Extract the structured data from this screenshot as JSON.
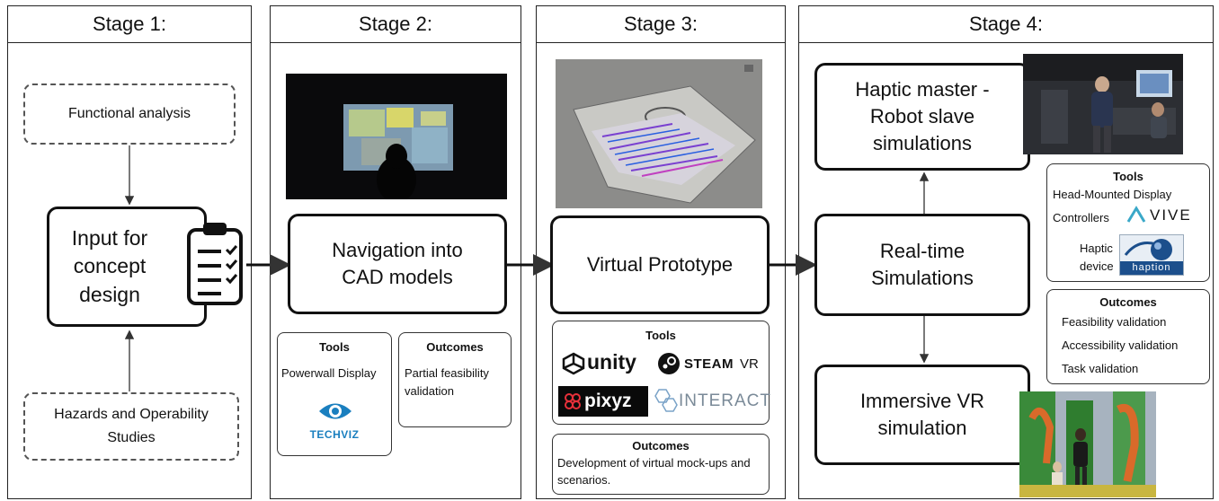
{
  "stages": [
    {
      "title": "Stage 1:"
    },
    {
      "title": "Stage 2:"
    },
    {
      "title": "Stage 3:"
    },
    {
      "title": "Stage 4:"
    }
  ],
  "stage1": {
    "functional_analysis": "Functional analysis",
    "input_box": "Input for concept design",
    "hazards": "Hazards and Operability Studies"
  },
  "stage2": {
    "main_box": "Navigation into CAD models",
    "tools_title": "Tools",
    "tools_item": "Powerwall Display",
    "logo_text": "TECHVIZ",
    "outcomes_title": "Outcomes",
    "outcomes_item": "Partial feasibility validation"
  },
  "stage3": {
    "main_box": "Virtual Prototype",
    "tools_title": "Tools",
    "logos": [
      "unity",
      "STEAM",
      "VR",
      "pixyz",
      "INTERACT"
    ],
    "outcomes_title": "Outcomes",
    "outcomes_item": "Development of virtual mock-ups and scenarios."
  },
  "stage4": {
    "haptic_box": "Haptic master - Robot slave simulations",
    "realtime_box": "Real-time Simulations",
    "immersive_box": "Immersive VR simulation",
    "tools_title": "Tools",
    "tools_items": [
      "Head-Mounted Display",
      "Controllers",
      "Haptic device"
    ],
    "vive_logo": "VIVE",
    "haption_logo": "haption",
    "outcomes_title": "Outcomes",
    "outcomes_items": [
      "Feasibility validation",
      "Accessibility validation",
      "Task validation"
    ]
  },
  "colors": {
    "techviz_blue": "#1a7fbf",
    "vive_teal": "#3aa8c8",
    "pixyz_red": "#e8303a",
    "haption_blue": "#1c4f8c"
  }
}
